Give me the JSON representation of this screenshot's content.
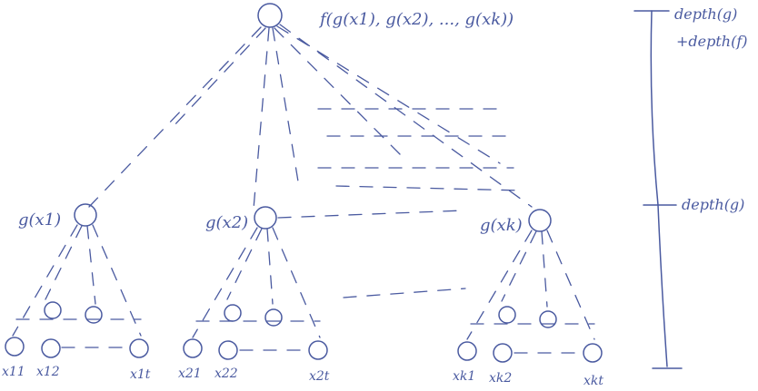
{
  "colors": {
    "ink": "#4a5aa0",
    "background": "#ffffff"
  },
  "root": {
    "label": "f(g(x1), g(x2), ..., g(xk))"
  },
  "subtrees": [
    {
      "root_label": "g(x1)",
      "leaves": [
        "x11",
        "x12",
        "x1t"
      ]
    },
    {
      "root_label": "g(x2)",
      "leaves": [
        "x21",
        "x22",
        "x2t"
      ]
    },
    {
      "root_label": "g(xk)",
      "leaves": [
        "xk1",
        "xk2",
        "xkt"
      ]
    }
  ],
  "scale": {
    "upper_label_line1": "depth(g)",
    "upper_label_line2": "+depth(f)",
    "lower_label": "depth(g)"
  }
}
